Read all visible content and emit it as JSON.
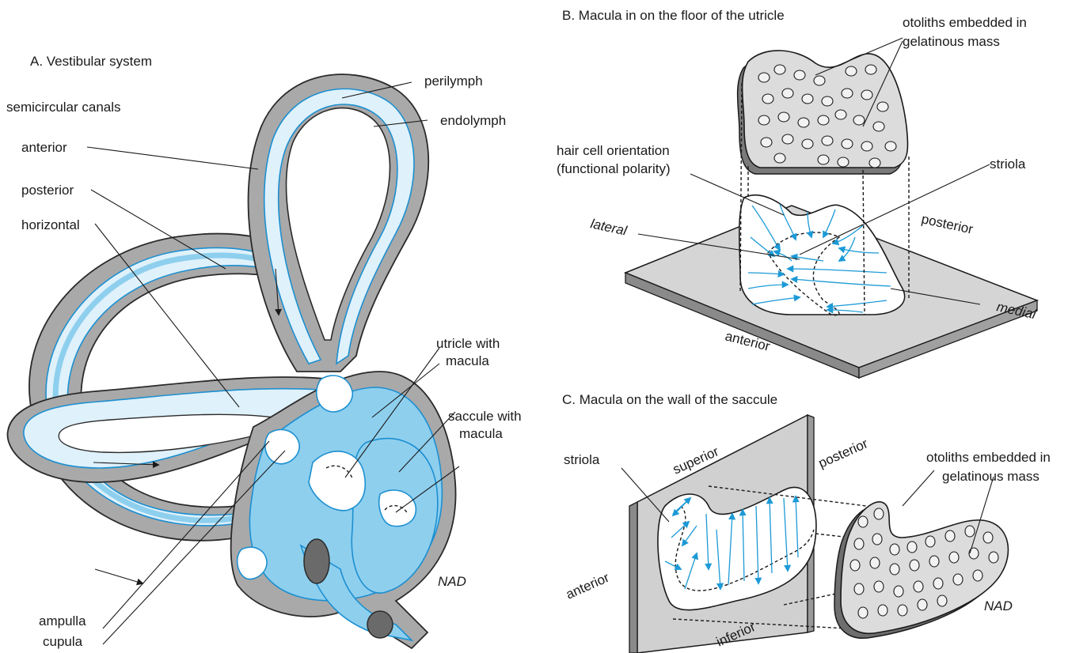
{
  "panel_a": {
    "title": "A. Vestibular system",
    "semicircular_canals": "semicircular canals",
    "anterior": "anterior",
    "posterior": "posterior",
    "horizontal": "horizontal",
    "perilymph": "perilymph",
    "endolymph": "endolymph",
    "utricle_line1": "utricle with",
    "utricle_line2": "macula",
    "saccule_line1": "saccule with",
    "saccule_line2": "macula",
    "ampulla": "ampulla",
    "cupula": "cupula",
    "signature": "NAD"
  },
  "panel_b": {
    "title": "B. Macula in on the floor of the utricle",
    "otoliths_line1": "otoliths embedded in",
    "otoliths_line2": "gelatinous mass",
    "hair_line1": "hair cell orientation",
    "hair_line2": "(functional polarity)",
    "striola": "striola",
    "lateral": "lateral",
    "posterior": "posterior",
    "medial": "medial",
    "anterior": "anterior"
  },
  "panel_c": {
    "title": "C. Macula on the wall of  the saccule",
    "striola": "striola",
    "superior": "superior",
    "posterior": "posterior",
    "otoliths_line1": "otoliths embedded in",
    "otoliths_line2": "gelatinous mass",
    "anterior": "anterior",
    "inferior": "inferior",
    "signature": "NAD"
  },
  "colors": {
    "fluid_blue": "#8ecfee",
    "line_blue": "#1c8fd0",
    "arrow_blue": "#1c9ad6",
    "bone_gray": "#a9a9a9",
    "plate_gray": "#c8c8c8"
  }
}
